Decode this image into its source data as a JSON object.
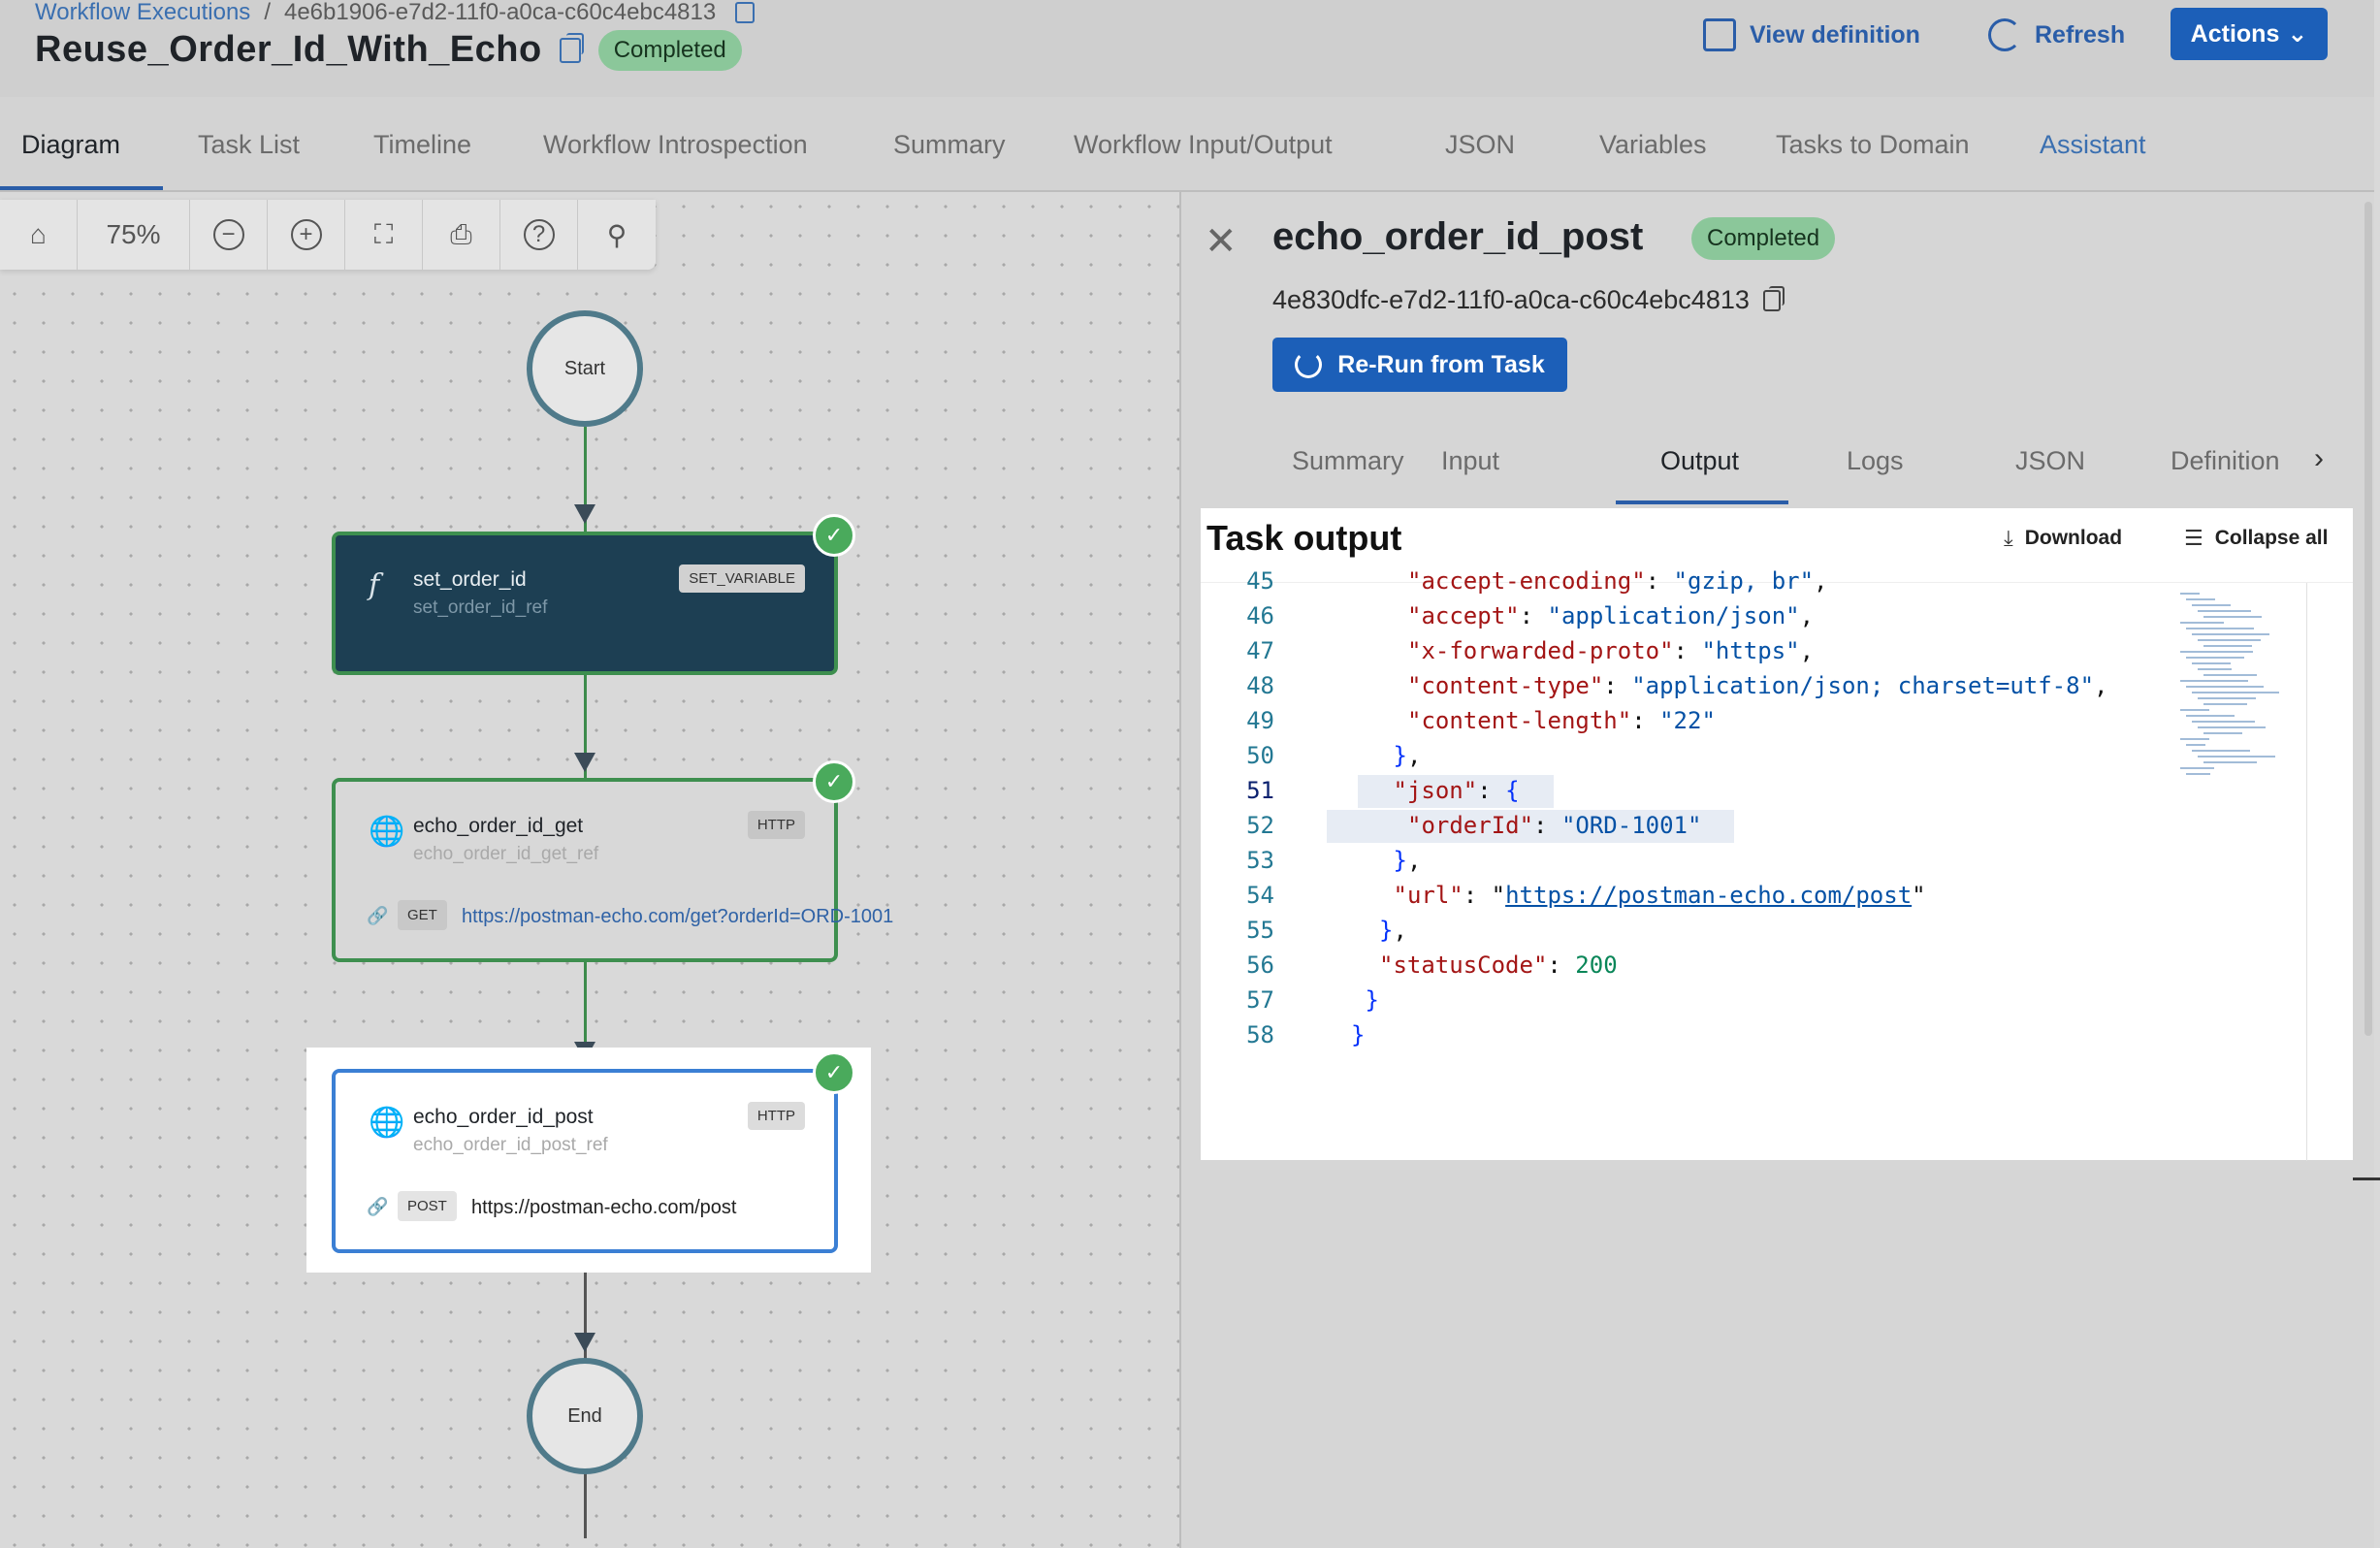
{
  "breadcrumb": {
    "parent": "Workflow Executions",
    "separator": "/",
    "execution_id": "4e6b1906-e7d2-11f0-a0ca-c60c4ebc4813"
  },
  "workflow": {
    "name": "Reuse_Order_Id_With_Echo",
    "status": "Completed"
  },
  "header_actions": {
    "view_definition": "View definition",
    "refresh": "Refresh",
    "actions": "Actions"
  },
  "tabs": [
    "Diagram",
    "Task List",
    "Timeline",
    "Workflow Introspection",
    "Summary",
    "Workflow Input/Output",
    "JSON",
    "Variables",
    "Tasks to Domain",
    "Assistant"
  ],
  "active_tab": "Diagram",
  "toolbar": {
    "zoom": "75%"
  },
  "diagram": {
    "start_label": "Start",
    "end_label": "End",
    "tasks": [
      {
        "name": "set_order_id",
        "ref": "set_order_id_ref",
        "type": "SET_VARIABLE",
        "status": "completed"
      },
      {
        "name": "echo_order_id_get",
        "ref": "echo_order_id_get_ref",
        "type": "HTTP",
        "method": "GET",
        "url": "https://postman-echo.com/get?orderId=ORD-1001",
        "status": "completed"
      },
      {
        "name": "echo_order_id_post",
        "ref": "echo_order_id_post_ref",
        "type": "HTTP",
        "method": "POST",
        "url": "https://postman-echo.com/post",
        "status": "completed",
        "selected": true
      }
    ]
  },
  "task_panel": {
    "title": "echo_order_id_post",
    "status": "Completed",
    "task_id": "4e830dfc-e7d2-11f0-a0ca-c60c4ebc4813",
    "rerun_label": "Re-Run from Task",
    "tabs": [
      "Summary",
      "Input",
      "Output",
      "Logs",
      "JSON",
      "Definition"
    ],
    "active_tab": "Output",
    "output": {
      "title": "Task output",
      "download": "Download",
      "collapse_all": "Collapse all",
      "current_line": 51,
      "lines": [
        {
          "n": "45",
          "text": "\"accept-encoding\": \"gzip, br\","
        },
        {
          "n": "46",
          "text": "\"accept\": \"application/json\","
        },
        {
          "n": "47",
          "text": "\"x-forwarded-proto\": \"https\","
        },
        {
          "n": "48",
          "text": "\"content-type\": \"application/json; charset=utf-8\","
        },
        {
          "n": "49",
          "text": "\"content-length\": \"22\""
        },
        {
          "n": "50",
          "text": "},"
        },
        {
          "n": "51",
          "text": "\"json\": {"
        },
        {
          "n": "52",
          "text": "\"orderId\": \"ORD-1001\""
        },
        {
          "n": "53",
          "text": "},"
        },
        {
          "n": "54",
          "text": "\"url\": \"https://postman-echo.com/post\""
        },
        {
          "n": "55",
          "text": "},"
        },
        {
          "n": "56",
          "text": "\"statusCode\": 200"
        },
        {
          "n": "57",
          "text": "}"
        },
        {
          "n": "58",
          "text": "}"
        }
      ]
    }
  },
  "colors": {
    "accent": "#1c5fb8",
    "success": "#4aaa5c",
    "badge_completed": "#8bc79a",
    "dark_node": "#1d3f53"
  }
}
